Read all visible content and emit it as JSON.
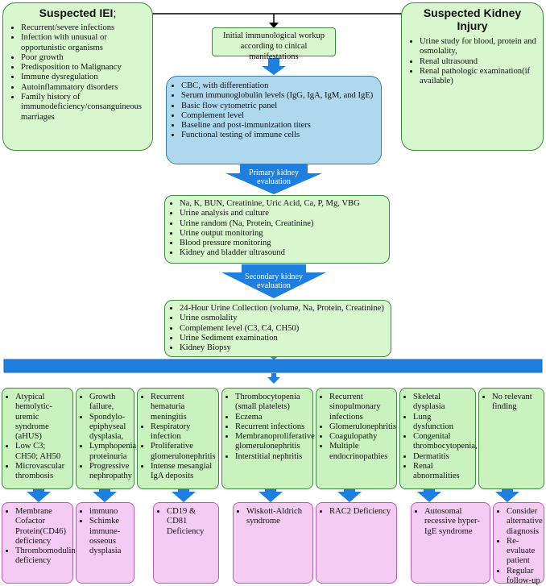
{
  "iei": {
    "title": "Suspected IEI",
    "title_suffix": ";",
    "items": [
      "Recurrent/severe infections",
      "Infection with unusual or opportunistic organisms",
      "Poor growth",
      "Predisposition to Malignancy",
      "Immune dysregulation",
      "Autoinflammatory disorders",
      "Family history of immunodeficiency/consanguineous marriages"
    ]
  },
  "kidney": {
    "title": "Suspected Kidney Injury",
    "items": [
      "Urine study for blood, protein and osmolality,",
      "Renal ultrasound",
      "Renal pathologic examination(if available)"
    ]
  },
  "initial_workup": "Initial immunological workup according to cinical manifestations",
  "immuno_tests": [
    "CBC, with differentiation",
    "Serum immunoglobulin levels (IgG, IgA, IgM, and IgE)",
    "Basic flow cytometric panel",
    "Complement level",
    "Baseline and post-immunization titers",
    "Functional testing of immune cells"
  ],
  "primary_label": "Primary kidney evaluation",
  "primary_tests": [
    "Na, K, BUN, Creatinine, Uric Acid, Ca, P, Mg, VBG",
    "Urine analysis and culture",
    "Urine random (Na, Protein, Creatinine)",
    "Urine output monitoring",
    "Blood pressure monitoring",
    "Kidney and bladder ultrasound"
  ],
  "secondary_label": "Secondary kidney evaluation",
  "secondary_tests": [
    "24-Hour Urine Collection (volume, Na, Protein, Creatinine)",
    "Urine osmolality",
    "Complement level (C3, C4, CH50)",
    "Urine Sediment examination",
    "Kidney Biopsy"
  ],
  "findings": [
    [
      "Atypical hemolytic-uremic syndrome (aHUS)",
      "Low C3; CH50; AH50",
      "Microvascular thrombosis"
    ],
    [
      "Growth failure,",
      "Spondylo-epiphyseal dysplasia,",
      "Lymphopenia, proteinuria",
      "Progressive nephropathy"
    ],
    [
      "Recurrent hematuria meningitis",
      "Respiratory infection",
      "Proliferative glomerulonephritis",
      "Intense mesangial IgA deposits"
    ],
    [
      "Thrombocytopenia (small platelets)",
      "Eczema",
      "Recurrent infections",
      "Membranoproliferative glomerulonephritis",
      "Interstitial nephritis"
    ],
    [
      "Recurrent sinopulmonary infections",
      "Glomerulonephritis",
      "Coagulopathy",
      "Multiple endocrinopathies"
    ],
    [
      "Skeletal dysplasia",
      "Lung dysfunction",
      "Congenital thrombocytopenia,",
      "Dermatitis",
      "Renal abnormalities"
    ],
    [
      "No relevant finding"
    ]
  ],
  "diagnoses": [
    [
      "Membrane Cofactor Protein(CD46) deficiency",
      "Thrombomodulin deficiency"
    ],
    [
      "immuno",
      "Schimke immune-osseous dysplasia"
    ],
    [
      "CD19 & CD81 Deficiency"
    ],
    [
      "Wiskott-Aldrich syndrome"
    ],
    [
      "RAC2 Deficiency"
    ],
    [
      "Autosomal recessive hyper-IgE syndrome"
    ],
    [
      "Consider alternative diagnosis",
      "Re-evaluate patient",
      "Regular follow-up"
    ]
  ],
  "colors": {
    "arrow_blue": "#1f7fe0",
    "box_green": "#d8f7cf",
    "box_blue": "#aed8ee",
    "box_pink": "#f4ccf3"
  }
}
